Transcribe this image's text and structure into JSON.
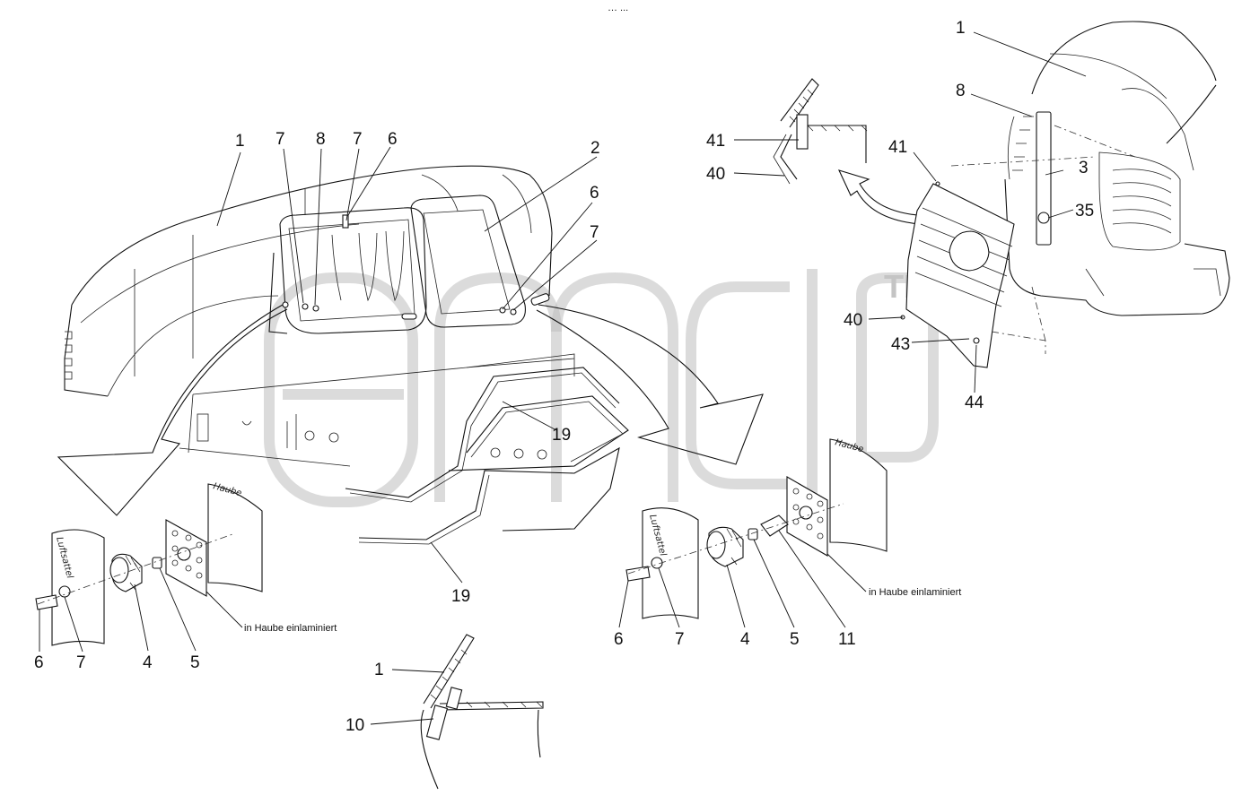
{
  "diagram": {
    "top_mark": "… ...",
    "watermark": {
      "text": "TM"
    },
    "callouts": {
      "left_1": "1",
      "left_7a": "7",
      "left_8": "8",
      "left_7b": "7",
      "left_6": "6",
      "center_2": "2",
      "center_6": "6",
      "center_7": "7",
      "center_19a": "19",
      "center_19b": "19",
      "right_1": "1",
      "right_8": "8",
      "right_3": "3",
      "right_35": "35",
      "right_41a": "41",
      "right_40a": "40",
      "right_41b": "41",
      "right_40b": "40",
      "right_43": "43",
      "right_44": "44",
      "mountL_6": "6",
      "mountL_7": "7",
      "mountL_4": "4",
      "mountL_5": "5",
      "mountR_6": "6",
      "mountR_7": "7",
      "mountR_4": "4",
      "mountR_5": "5",
      "mountR_11": "11",
      "bottom_1": "1",
      "bottom_10": "10"
    },
    "labels": {
      "luftsattel_left": "Luftsattel",
      "haube_left": "Haube",
      "luftsattel_right": "Luftsattel",
      "haube_right": "Haube",
      "laminated_left": "in Haube einlaminiert",
      "laminated_right": "in Haube einlaminiert"
    }
  }
}
